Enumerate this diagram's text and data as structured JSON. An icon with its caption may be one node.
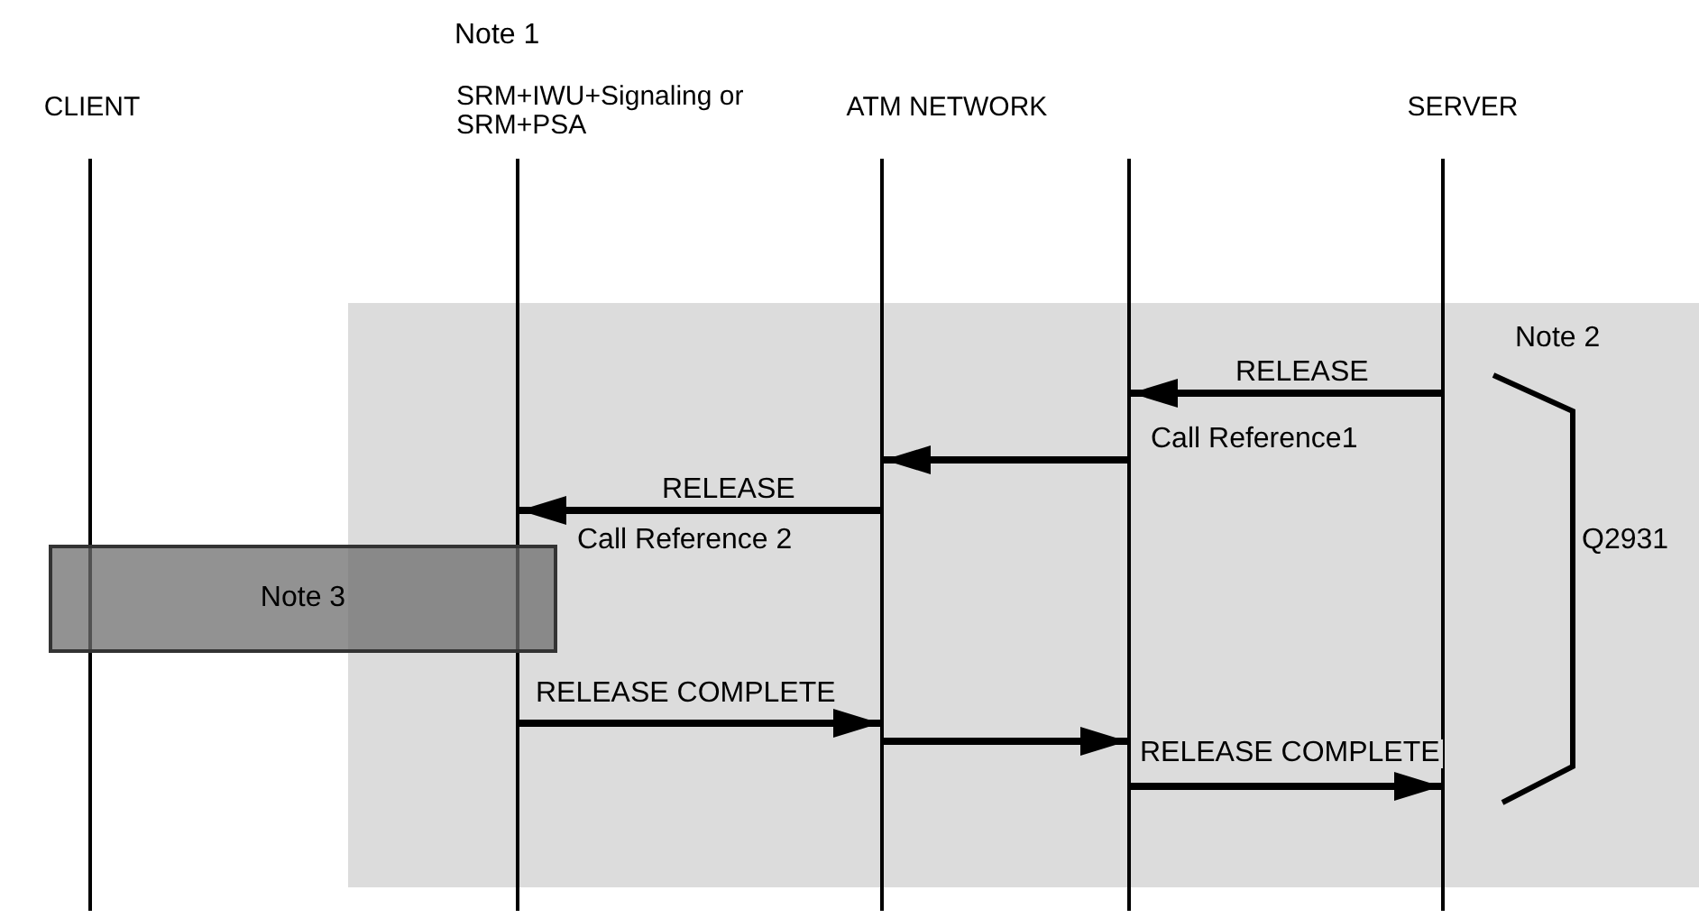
{
  "diagram": {
    "nodes": [
      {
        "text": [
          "CLIENT"
        ]
      },
      {
        "text": [
          "SRM+IWU+Signaling or SRM+PSA"
        ],
        "beside": [
          "Note 1"
        ]
      },
      {
        "text": [
          "ATM NETWORK"
        ]
      },
      {
        "text": [],
        "shape": "bar"
      },
      {
        "text": [
          "SERVER"
        ]
      },
      {
        "text": [
          "Note 3"
        ]
      }
    ],
    "edges": [
      {
        "from": 4,
        "to": 3,
        "arrow": "to",
        "label": "RELEASE"
      },
      {
        "from": 3,
        "to": 2,
        "arrow": "to"
      },
      {
        "from": 2,
        "to": 1,
        "arrow": "to",
        "label": "RELEASE"
      },
      {
        "from": 1,
        "to": 2,
        "arrow": "to",
        "label": "RELEASE COMPLETE"
      },
      {
        "from": 2,
        "to": 3,
        "arrow": "to"
      },
      {
        "from": 3,
        "to": 4,
        "arrow": "to",
        "label": "RELEASE COMPLETE"
      }
    ],
    "labels": [
      "Note 2",
      "Call Reference1",
      "Call Reference 2",
      "Q2931"
    ]
  }
}
